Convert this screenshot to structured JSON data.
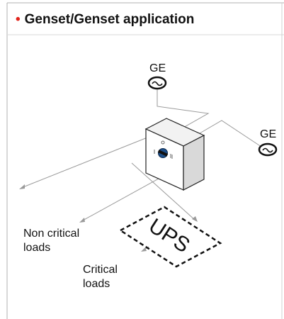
{
  "header": {
    "bullet": "•",
    "title": "Genset/Genset application"
  },
  "diagram": {
    "generator_1_label": "GE",
    "generator_2_label": "GE",
    "ups_label": "UPS",
    "non_critical_loads_label": [
      "Non critical",
      "loads"
    ],
    "critical_loads_label": [
      "Critical",
      "loads"
    ]
  }
}
